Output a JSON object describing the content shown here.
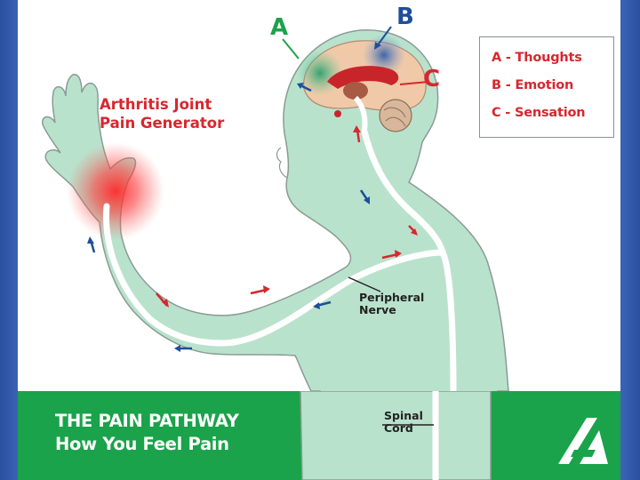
{
  "diagram": {
    "labels": {
      "a": "A",
      "b": "B",
      "c": "C",
      "generator_line1": "Arthritis Joint",
      "generator_line2": "Pain Generator",
      "peripheral_line1": "Peripheral",
      "peripheral_line2": "Nerve",
      "spinal_line1": "Spinal",
      "spinal_line2": "Cord"
    },
    "legend": [
      {
        "text": "A - Thoughts"
      },
      {
        "text": "B - Emotion"
      },
      {
        "text": "C - Sensation"
      }
    ],
    "footer": {
      "title": "THE PAIN PATHWAY",
      "subtitle": "How You Feel Pain"
    },
    "colors": {
      "body": "#b9e2cc",
      "body_outline": "#8a9b94",
      "nerve": "#ffffff",
      "accent_green": "#1aa34a",
      "red": "#d6282e",
      "blue": "#1d4f9a",
      "frame_blue": "#3a63b5"
    },
    "icons": {
      "logo": "stylized-a-logo-icon"
    }
  }
}
